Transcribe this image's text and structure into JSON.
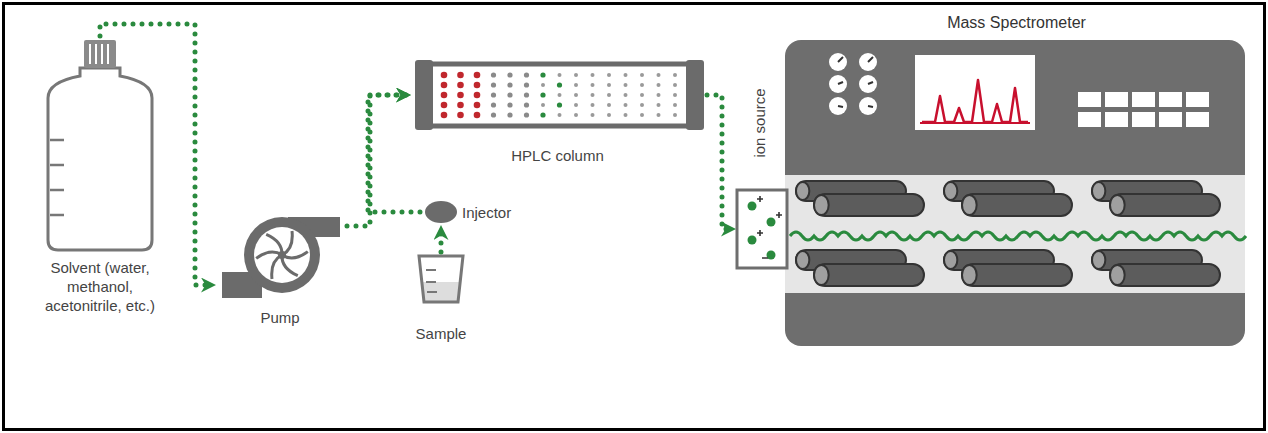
{
  "diagram": {
    "nodes": [
      {
        "text": [
          "Solvent (water, methanol, acetonitrile, etc.)"
        ]
      },
      {
        "text": [
          "Pump"
        ]
      },
      {
        "text": [
          "HPLC column"
        ]
      },
      {
        "text": [
          "Injector"
        ]
      },
      {
        "text": [
          "Sample"
        ]
      },
      {
        "text": [
          "Mass Spectrometer"
        ]
      },
      {
        "text": [
          "ion source"
        ],
        "in": 5
      }
    ],
    "edges": [
      {
        "from": 0,
        "to": 1,
        "arrow": "to"
      },
      {
        "from": 1,
        "to": 2,
        "arrow": "to"
      },
      {
        "from": 4,
        "to": 3,
        "arrow": "to"
      },
      {
        "from": 3,
        "to": 2,
        "arrow": "to"
      },
      {
        "from": 2,
        "to": 6,
        "arrow": "to"
      }
    ]
  }
}
